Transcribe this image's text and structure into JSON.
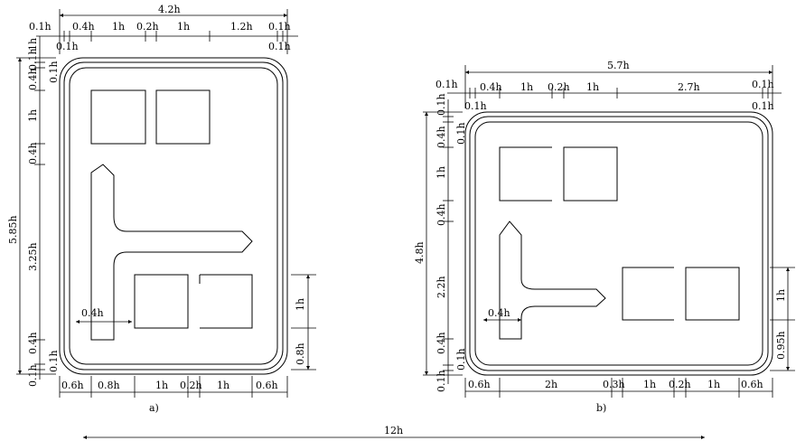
{
  "sign_a": {
    "caption": "a)",
    "top_overall": "4.2h",
    "top_segments": [
      "0.1h",
      "0.4h",
      "1h",
      "0.2h",
      "1h",
      "1.2h",
      "0.1h"
    ],
    "top_sub_left": "0.1h",
    "top_sub_right": "0.1h",
    "left_overall": "5.85h",
    "left_segments": [
      "0.1h",
      "1h",
      "0.4h",
      "1h",
      "0.4h",
      "3.25h",
      "0.4h",
      "0.1h"
    ],
    "left_small": [
      "0.1h",
      "0.1h"
    ],
    "right_segments": [
      "1h",
      "0.8h"
    ],
    "bottom_segments": [
      "0.6h",
      "0.8h",
      "1h",
      "0.2h",
      "1h",
      "0.6h"
    ],
    "stem_width": "0.4h"
  },
  "sign_b": {
    "caption": "b)",
    "top_overall": "5.7h",
    "top_segments": [
      "0.1h",
      "0.4h",
      "1h",
      "0.2h",
      "1h",
      "2.7h",
      "0.1h"
    ],
    "top_sub_left": "0.1h",
    "top_sub_right": "0.1h",
    "left_overall": "4.8h",
    "left_segments": [
      "0.1h",
      "0.1h",
      "0.4h",
      "1h",
      "0.4h",
      "2.2h",
      "0.4h",
      "0.1h",
      "0.1h"
    ],
    "right_segments": [
      "1h",
      "0.95h"
    ],
    "bottom_segments": [
      "0.6h",
      "2h",
      "0.3h",
      "1h",
      "0.2h",
      "1h",
      "0.6h"
    ],
    "stem_width": "0.4h"
  },
  "overall_bottom": "12h"
}
